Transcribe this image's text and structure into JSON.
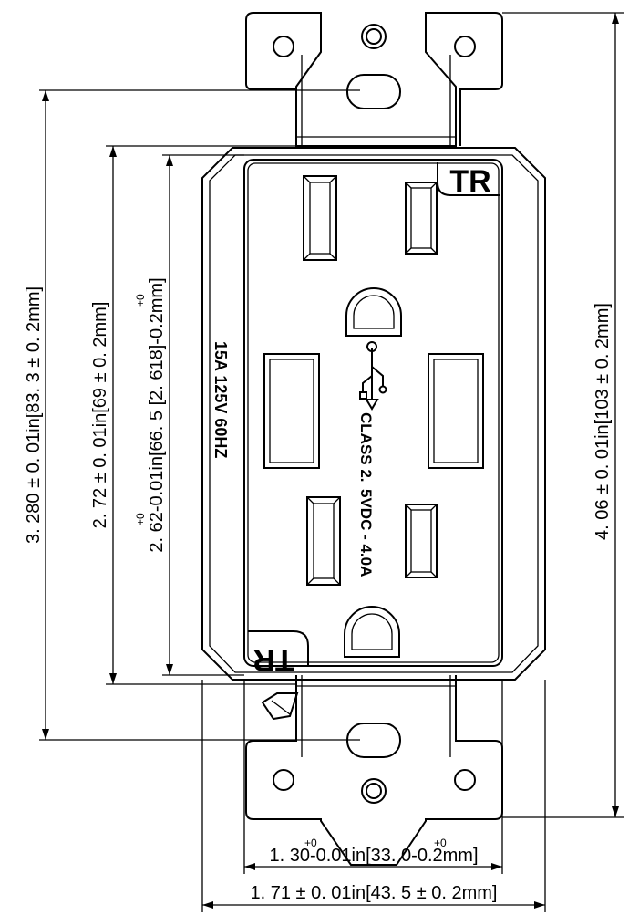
{
  "dimensions": {
    "overall_height": "4. 06 ± 0. 01in[103 ± 0. 2mm]",
    "mount_hole_spacing": "3. 280 ± 0. 01in[83. 3 ± 0. 2mm]",
    "face_height": "2. 72 ± 0. 01in[69 ± 0. 2mm]",
    "body_height": "2. 62-0.01in[66. 5 [2. 618]-0.2mm]",
    "body_height_sup1": "+0",
    "body_height_sup2": "+0",
    "body_width": "1. 30-0.01in[33. 0-0.2mm]",
    "body_width_sup1": "+0",
    "body_width_sup2": "+0",
    "overall_width": "1. 71 ± 0. 01in[43. 5 ± 0. 2mm]"
  },
  "labels": {
    "tr_top": "TR",
    "tr_bottom": "TR",
    "rating": "15A 125V 60HZ",
    "usb_class": "CLASS 2.",
    "usb_output": "5VDC - 4.0A"
  },
  "icons": {
    "usb": "usb-symbol-icon",
    "screw": "screw-icon"
  }
}
